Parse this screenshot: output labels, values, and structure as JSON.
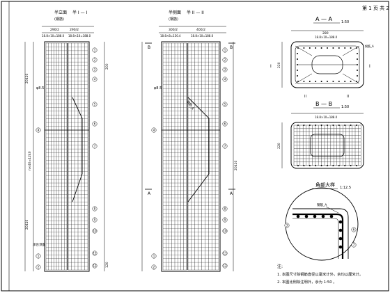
{
  "sheet": {
    "number": "第 1 页 共 2"
  },
  "elevation": {
    "header_left": "半立面",
    "header_right": "半 I — I",
    "sub_left": "(钢筋)",
    "dim_top_a": "290/2",
    "dim_top_b": "290/2",
    "dim_top_c": "18.8×10=188.0",
    "dim_top_d": "18.8×10=188.0",
    "ring_label": "φ8.5",
    "left_note": "承台顶面",
    "total_h": "n×40=1240",
    "dim_200": "200",
    "dim_120": "120",
    "dim_20410": "20410"
  },
  "side": {
    "header_left": "半侧面",
    "header_right": "半 II — II",
    "sub_left": "(钢筋)",
    "dim_top_a": "300/2",
    "dim_top_b": "400/2",
    "dim_top_c": "18.8×8=150.4",
    "dim_top_d": "18.8×10=188.0",
    "ring_label": "φ8.5",
    "diag_label": "钢筋_A",
    "mark_B": "B",
    "mark_A": "A"
  },
  "section_aa": {
    "title": "A — A",
    "scale": "1:50",
    "dim_top": "280",
    "dim_top2": "18.8×10=188.0",
    "side_label": "钢筋_A",
    "dim_left": "220",
    "mark_I": "I",
    "mark_II": "II"
  },
  "section_bb": {
    "title": "B — B",
    "scale": "1:50",
    "dim_top": "18.8×10=188.0",
    "dim_left": "220"
  },
  "detail": {
    "title": "角部大样",
    "scale": "1:12.5",
    "label": "钢筋_A"
  },
  "notes": {
    "heading": "注:",
    "line1": "1. 本图尺寸除钢筋直径以毫米计外，余均以厘米计。",
    "line2": "2. 本图比例除注明外，余为 1:50 。"
  },
  "callouts": [
    "1",
    "2",
    "3",
    "4",
    "5",
    "6",
    "7",
    "8",
    "9",
    "10",
    "11",
    "12"
  ]
}
